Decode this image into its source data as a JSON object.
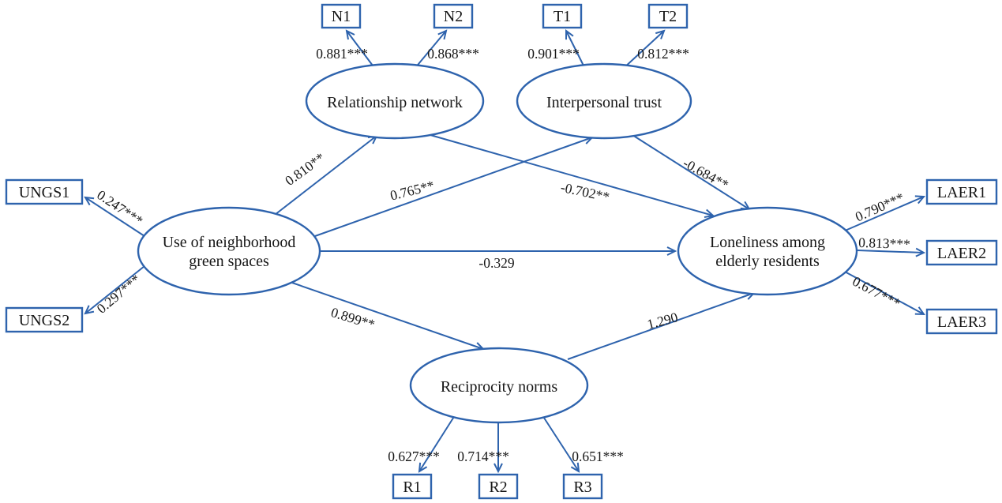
{
  "figure": {
    "colors": {
      "line": "#2e63ad",
      "text": "#161616",
      "background": "#ffffff"
    },
    "latents": {
      "relationship_network": {
        "label": "Relationship network"
      },
      "interpersonal_trust": {
        "label": "Interpersonal trust"
      },
      "green_spaces": {
        "line1": "Use of neighborhood",
        "line2": "green spaces"
      },
      "loneliness": {
        "line1": "Loneliness among",
        "line2": "elderly residents"
      },
      "reciprocity": {
        "label": "Reciprocity norms"
      }
    },
    "indicators": {
      "N1": {
        "label": "N1",
        "loading": "0.881***"
      },
      "N2": {
        "label": "N2",
        "loading": "0.868***"
      },
      "T1": {
        "label": "T1",
        "loading": "0.901***"
      },
      "T2": {
        "label": "T2",
        "loading": "0.812***"
      },
      "UNGS1": {
        "label": "UNGS1",
        "loading": "0.247***"
      },
      "UNGS2": {
        "label": "UNGS2",
        "loading": "0.297***"
      },
      "LAER1": {
        "label": "LAER1",
        "loading": "0.790***"
      },
      "LAER2": {
        "label": "LAER2",
        "loading": "0.813***"
      },
      "LAER3": {
        "label": "LAER3",
        "loading": "0.677***"
      },
      "R1": {
        "label": "R1",
        "loading": "0.627***"
      },
      "R2": {
        "label": "R2",
        "loading": "0.714***"
      },
      "R3": {
        "label": "R3",
        "loading": "0.651***"
      }
    },
    "paths": {
      "gs_network": "0.810**",
      "gs_trust": "0.765**",
      "gs_loneliness": "-0.329",
      "gs_reciprocity": "0.899**",
      "network_loneliness": "-0.702**",
      "trust_loneliness": "-0.684**",
      "reciprocity_loneliness": "1.290"
    }
  }
}
